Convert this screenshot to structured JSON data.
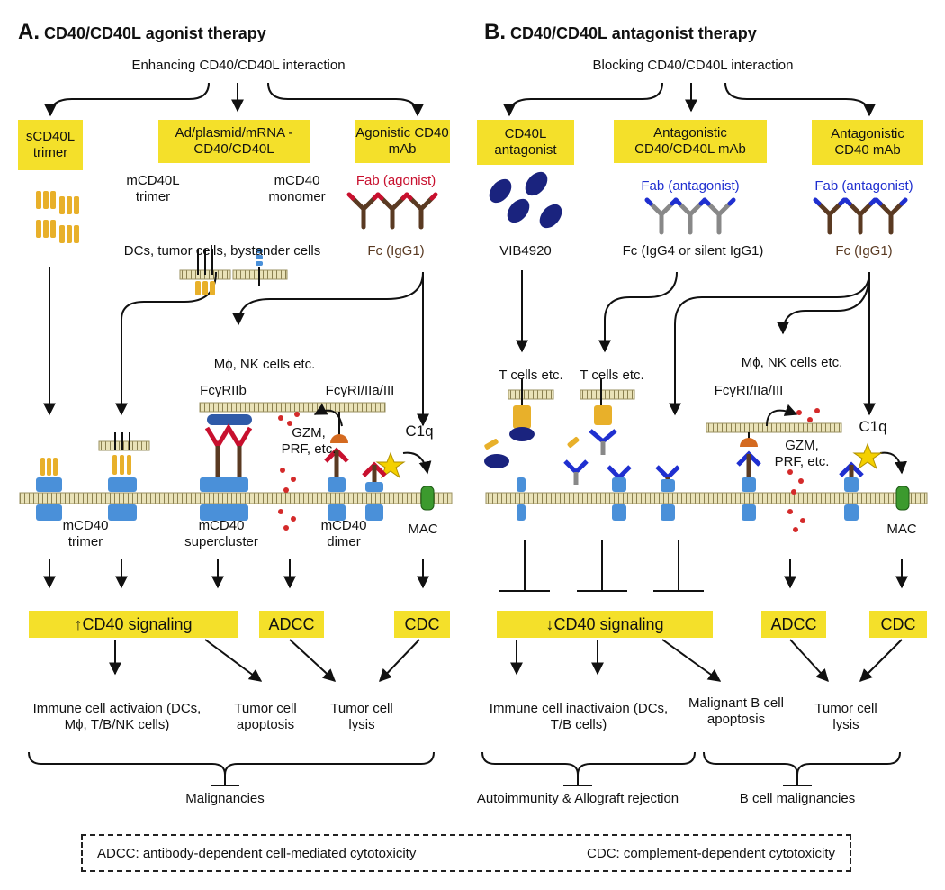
{
  "panel_a": {
    "letter": "A.",
    "title": "CD40/CD40L agonist therapy",
    "subtitle": "Enhancing CD40/CD40L interaction",
    "box_scd40l": "sCD40L trimer",
    "box_vector": "Ad/plasmid/mRNA -CD40/CD40L",
    "box_agonist_mab": "Agonistic CD40 mAb",
    "mcd40l_trimer": "mCD40L trimer",
    "mcd40_monomer": "mCD40 monomer",
    "fab_agonist": "Fab (agonist)",
    "fc_igg1": "Fc (IgG1)",
    "cells_dcs": "DCs, tumor cells, bystander cells",
    "mphi_nk": "Mϕ, NK cells etc.",
    "fcgriib": "FcγRIIb",
    "fcgr": "FcγRI/IIa/III",
    "c1q": "C1q",
    "gzm": "GZM, PRF, etc.",
    "mcd40_trimer": "mCD40 trimer",
    "mcd40_supercluster": "mCD40 supercluster",
    "mcd40_dimer": "mCD40 dimer",
    "mac": "MAC",
    "box_signaling": "↑CD40 signaling",
    "box_adcc": "ADCC",
    "box_cdc": "CDC",
    "immune_activation": "Immune cell activaion (DCs, Mϕ, T/B/NK cells)",
    "tumor_apoptosis": "Tumor cell apoptosis",
    "tumor_lysis": "Tumor cell lysis",
    "malignancies": "Malignancies"
  },
  "panel_b": {
    "letter": "B.",
    "title": "CD40/CD40L antagonist therapy",
    "subtitle": "Blocking CD40/CD40L interaction",
    "box_cd40l_antagonist": "CD40L antagonist",
    "box_antagonistic_mab": "Antagonistic CD40/CD40L mAb",
    "box_antagonistic_cd40": "Antagonistic CD40 mAb",
    "fab_antagonist_1": "Fab (antagonist)",
    "fab_antagonist_2": "Fab (antagonist)",
    "vib": "VIB4920",
    "fc_igg4": "Fc (IgG4 or silent IgG1)",
    "fc_igg1": "Fc (IgG1)",
    "t_cells_1": "T cells etc.",
    "t_cells_2": "T cells etc.",
    "mphi_nk": "Mϕ, NK cells etc.",
    "fcgr": "FcγRI/IIa/III",
    "c1q": "C1q",
    "gzm": "GZM, PRF, etc.",
    "mac": "MAC",
    "box_signaling": "↓CD40 signaling",
    "box_adcc": "ADCC",
    "box_cdc": "CDC",
    "immune_inactivation": "Immune cell inactivaion (DCs, T/B cells)",
    "b_apoptosis": "Malignant B cell apoptosis",
    "tumor_lysis": "Tumor cell lysis",
    "autoimmunity": "Autoimmunity & Allograft rejection",
    "b_malignancies": "B cell malignancies"
  },
  "legend": {
    "adcc": "ADCC: antibody-dependent cell-mediated cytotoxicity",
    "cdc": "CDC: complement-dependent cytotoxicity"
  },
  "colors": {
    "yellow_box": "#f4e02a",
    "cd40_blue": "#4a90d9",
    "cd40l_yellow": "#e8b02a",
    "agonist_red": "#c8102e",
    "antagonist_blue": "#1f2fd0",
    "fc_brown": "#5a3a22",
    "gzm_red": "#d42a2a",
    "vib_navy": "#1a237e",
    "mac_green": "#3c9a2e"
  }
}
